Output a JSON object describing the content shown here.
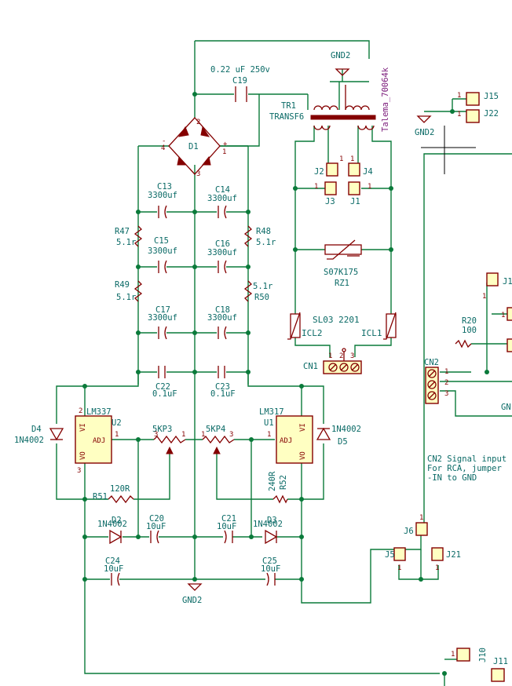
{
  "labels": {
    "cap_top_value": "0.22 uF 250v",
    "c19": "C19",
    "gnd_top": "GND2",
    "gnd_mid": "GND2",
    "gnd_bottom": "GND2",
    "gnd_right": "GND2",
    "tr1": "TR1",
    "transf6": "TRANSF6",
    "talema": "Talema_70064k",
    "d1": "D1",
    "c13": "C13",
    "c13v": "3300uf",
    "c14": "C14",
    "c14v": "3300uf",
    "c15": "C15",
    "c15v": "3300uf",
    "c16": "C16",
    "c16v": "3300uf",
    "c17": "C17",
    "c17v": "3300uf",
    "c18": "C18",
    "c18v": "3300uf",
    "r47": "R47",
    "r47v": "5.1r",
    "r48": "R48",
    "r48v": "5.1r",
    "r49": "R49",
    "r49v": "5.1r",
    "r50": "R50",
    "r50v": "5.1r",
    "c22": "C22",
    "c22v": "0.1uF",
    "c23": "C23",
    "c23v": "0.1uF",
    "j2": "J2",
    "j4": "J4",
    "j3": "J3",
    "j1": "J1",
    "rz1": "RZ1",
    "rz1v": "S07K175",
    "icl2": "ICL2",
    "icl1": "ICL1",
    "sl03": "SL03 2201",
    "cn1": "CN1",
    "u2name": "LM337",
    "u2": "U2",
    "u1name": "LM317",
    "u1": "U1",
    "vi": "VI",
    "adj": "ADJ",
    "vo": "VO",
    "p5kp3": "5KP3",
    "p5kp4": "5KP4",
    "d4": "D4",
    "d4v": "1N4002",
    "d5": "D5",
    "d5v": "1N4002",
    "r51": "R51",
    "r51v": "120R",
    "r52": "R52",
    "r52v": "240R",
    "d2": "D2",
    "d2v": "1N4002",
    "d3": "D3",
    "d3v": "1N4002",
    "c20": "C20",
    "c20v": "10uF",
    "c21": "C21",
    "c21v": "10uF",
    "c24": "C24",
    "c24v": "10uF",
    "c25": "C25",
    "c25v": "10uF",
    "j15": "J15",
    "j22": "J22",
    "j1r": "J1",
    "r20": "R20",
    "r20v": "100",
    "cn2": "CN2",
    "gn": "GN",
    "note1": "CN2 Signal input",
    "note2": "For RCA, jumper",
    "note3": "-IN to GND",
    "j6": "J6",
    "j5": "J5",
    "j21": "J21",
    "j10": "J10",
    "j11": "J11",
    "pin1": "1",
    "pin2": "2",
    "pin3": "3",
    "pin4": "4",
    "plus": "+",
    "minus": "-"
  }
}
